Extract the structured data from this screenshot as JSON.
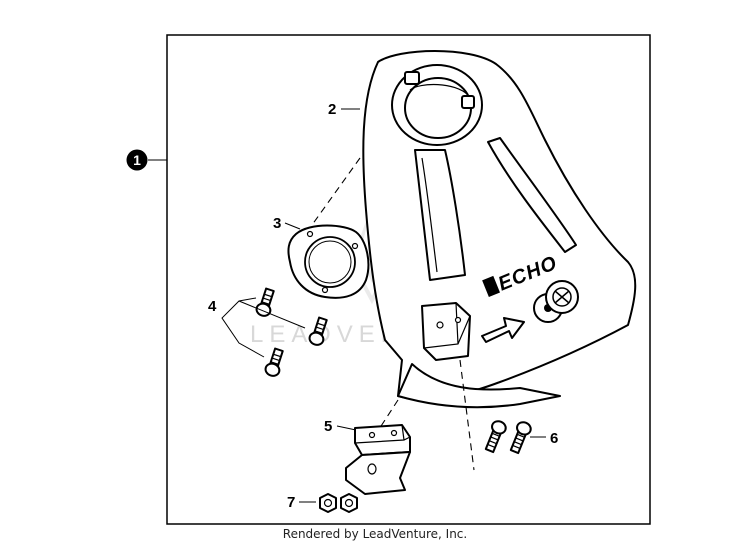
{
  "callouts": {
    "assembly": "1",
    "guard": "2",
    "retainer": "3",
    "screws_guard": "4",
    "bracket": "5",
    "screws_bracket": "6",
    "nuts": "7"
  },
  "guard_brand": "ECHO",
  "watermark": "LEADVENTURE",
  "footer": "Rendered by LeadVenture, Inc."
}
